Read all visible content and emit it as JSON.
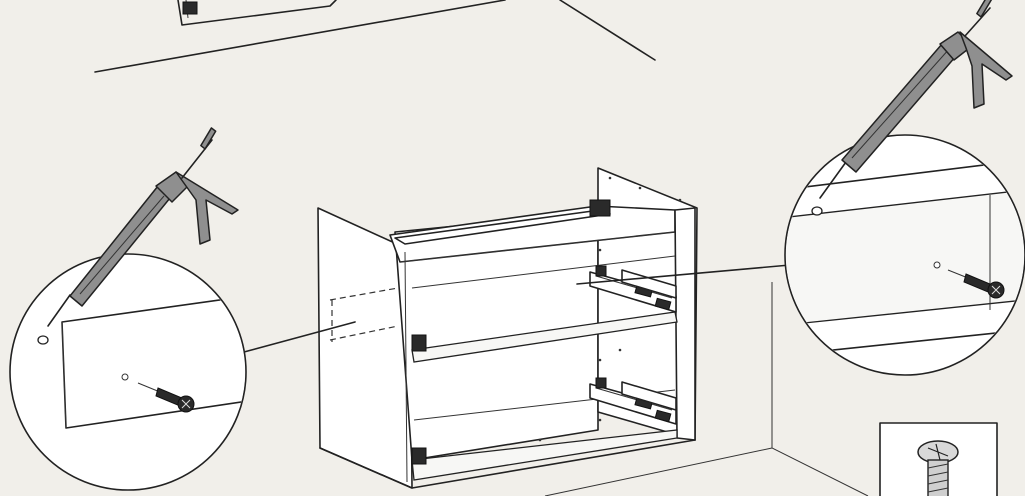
{
  "diagram": {
    "style": "furniture assembly instruction illustration",
    "colors": {
      "background": "#f1efea",
      "line": "#222222",
      "panel": "#ffffff",
      "tool": "#8f8f8f",
      "screw": "#2a2a2a"
    },
    "icons": {
      "tool": "sealant-gun-icon",
      "fastener": "screw-icon",
      "part": "vanity-cabinet",
      "detail": "magnifier-callout"
    }
  }
}
